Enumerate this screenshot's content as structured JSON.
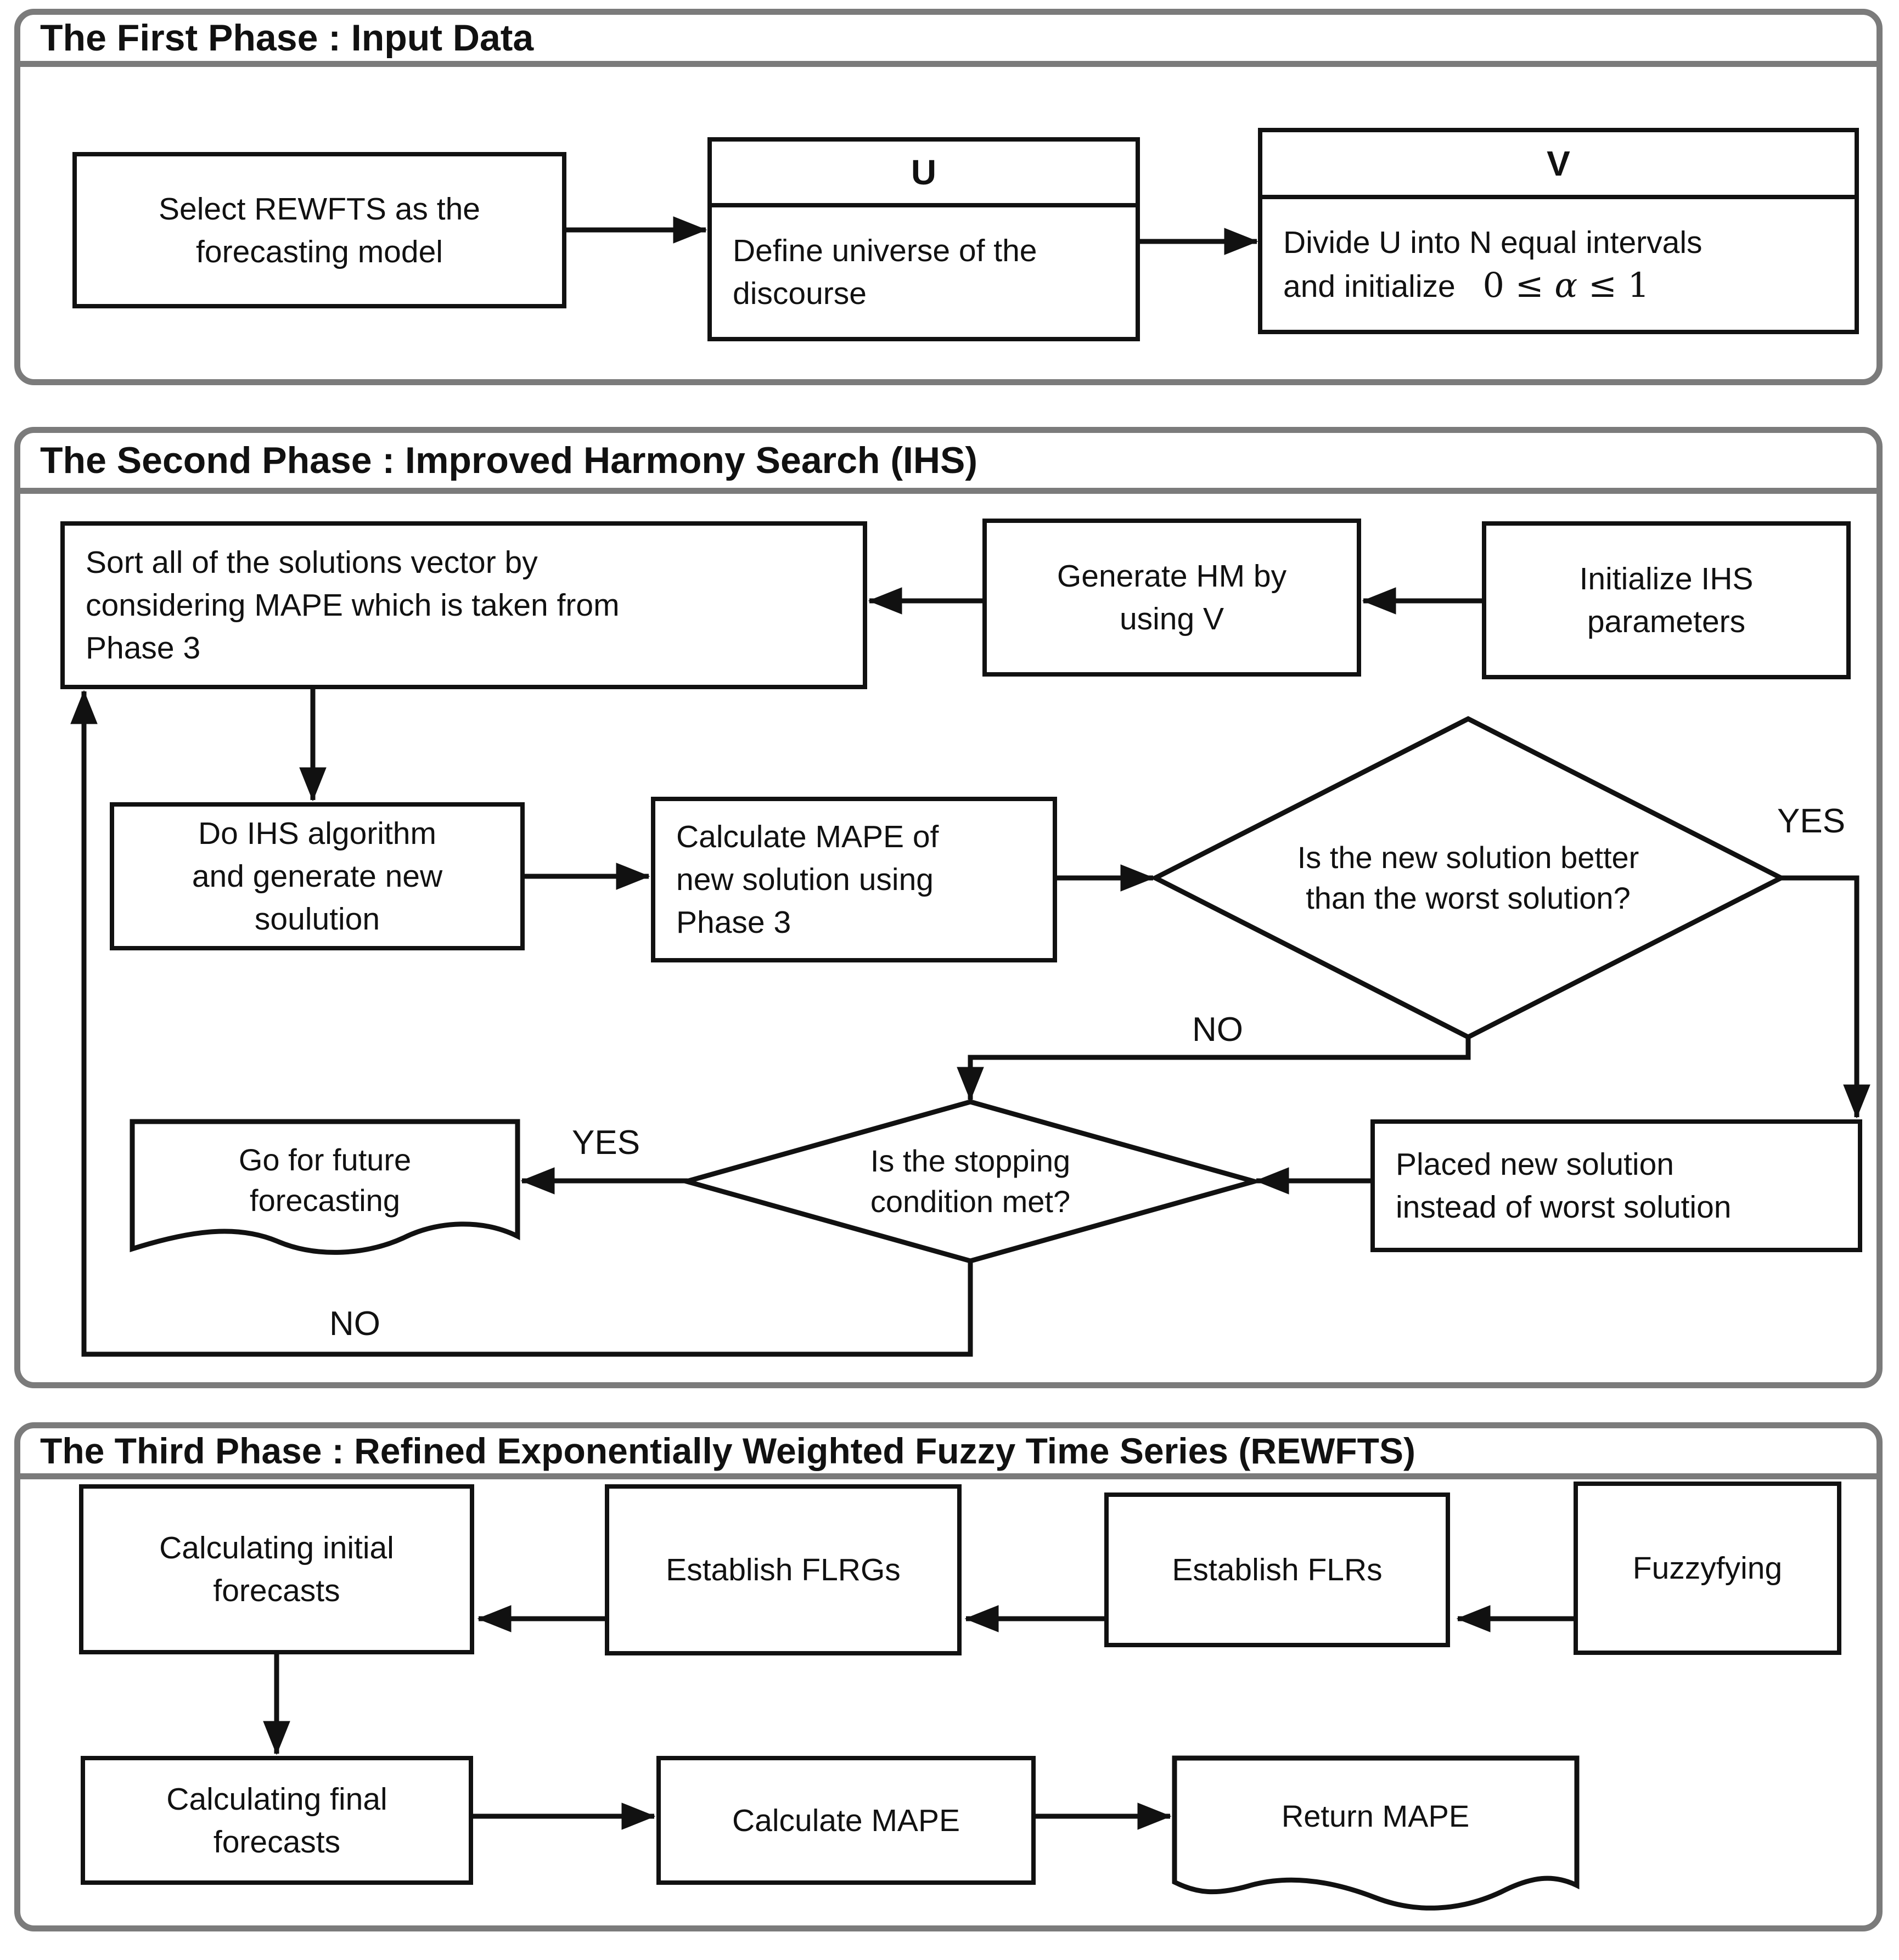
{
  "colors": {
    "container_border": "#7b7b7b",
    "box_border": "#111111",
    "line": "#111111",
    "background": "#ffffff",
    "text": "#111111"
  },
  "phase1": {
    "title": "The First Phase : Input Data",
    "select_model": {
      "lines": [
        "Select REWFTS as the",
        "forecasting model"
      ]
    },
    "u_box": {
      "header": "U",
      "lines": [
        "Define universe of the",
        "discourse"
      ]
    },
    "v_box": {
      "header": "V",
      "line1": "Divide U into N equal intervals",
      "line2_prefix": "and initialize",
      "formula_pre": "0 ≤",
      "formula_alpha": "α",
      "formula_post": "≤ 1"
    }
  },
  "phase2": {
    "title": "The Second Phase : Improved Harmony Search (IHS)",
    "sort": {
      "lines": [
        "Sort all of the solutions vector by",
        "considering MAPE which is taken from",
        "Phase 3"
      ]
    },
    "generate": {
      "lines": [
        "Generate HM by",
        "using V"
      ]
    },
    "initialize": {
      "lines": [
        "Initialize IHS",
        "parameters"
      ]
    },
    "do_ihs": {
      "lines": [
        "Do IHS algorithm",
        "and generate new",
        "soulution"
      ]
    },
    "calc_mape": {
      "lines": [
        "Calculate MAPE of",
        "new solution using",
        "Phase 3"
      ]
    },
    "decision_better": {
      "lines": [
        "Is the new solution better",
        "than the worst solution?"
      ]
    },
    "placed": {
      "lines": [
        "Placed new solution",
        "instead of worst solution"
      ]
    },
    "decision_stop": {
      "lines": [
        "Is the stopping",
        "condition met?"
      ]
    },
    "go_forecast": {
      "lines": [
        "Go for future",
        "forecasting"
      ]
    },
    "labels": {
      "yes_better": "YES",
      "no_better": "NO",
      "yes_stop": "YES",
      "no_stop": "NO"
    }
  },
  "phase3": {
    "title": "The Third Phase : Refined Exponentially Weighted Fuzzy Time Series (REWFTS)",
    "calc_initial": {
      "lines": [
        "Calculating initial",
        "forecasts"
      ]
    },
    "establish_flrgs": {
      "lines": [
        "Establish FLRGs"
      ]
    },
    "establish_flrs": {
      "lines": [
        "Establish FLRs"
      ]
    },
    "fuzzyfying": {
      "lines": [
        "Fuzzyfying"
      ]
    },
    "calc_final": {
      "lines": [
        "Calculating final",
        "forecasts"
      ]
    },
    "calc_mape": {
      "lines": [
        "Calculate MAPE"
      ]
    },
    "return_mape": {
      "lines": [
        "Return MAPE"
      ]
    }
  }
}
